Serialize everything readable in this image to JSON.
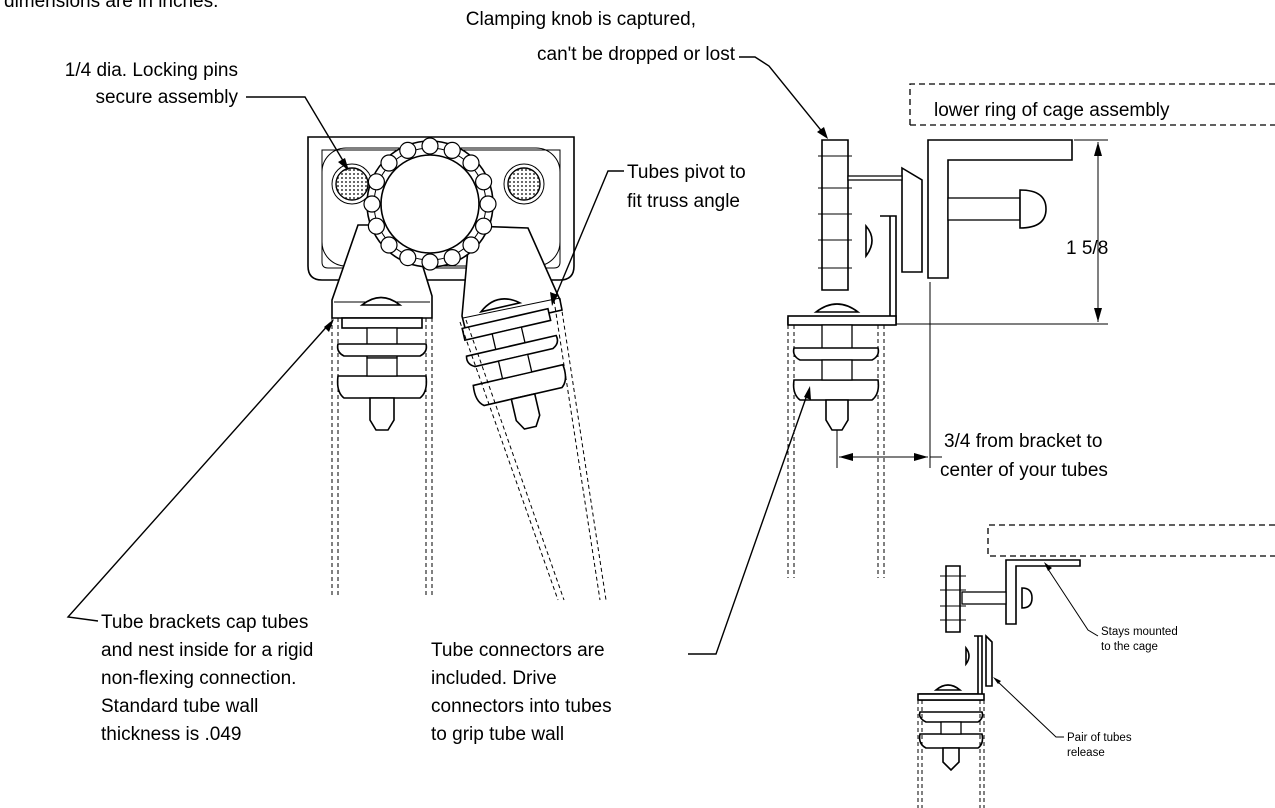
{
  "notes": {
    "units": "dimensions are in inches.",
    "clamping_knob": [
      "Clamping knob is captured,",
      "can't be dropped or lost"
    ],
    "locking_pins": [
      "1/4 dia. Locking pins",
      "secure assembly"
    ],
    "cage_ring": "lower ring of cage assembly",
    "tubes_pivot": [
      "Tubes pivot to",
      "fit truss angle"
    ],
    "tube_brackets": [
      "Tube brackets cap tubes",
      "and nest inside for a rigid",
      "non-flexing connection.",
      "Standard tube wall",
      "thickness is .049"
    ],
    "tube_connectors": [
      "Tube connectors are",
      "included. Drive",
      "connectors into tubes",
      "to grip tube wall"
    ],
    "stays_mounted": [
      "Stays mounted",
      "to the cage"
    ],
    "pair_release": [
      "Pair of tubes",
      "release"
    ]
  },
  "dimensions": {
    "height": "1 5/8",
    "offset": [
      "3/4 from bracket to",
      "center of your tubes"
    ]
  }
}
